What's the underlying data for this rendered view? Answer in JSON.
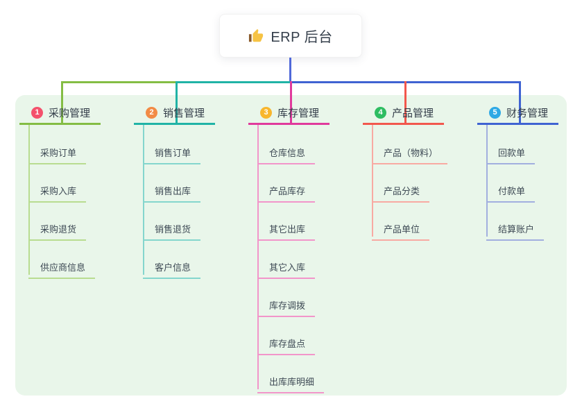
{
  "root": {
    "title": "ERP 后台",
    "icon": "thumbs-up-icon",
    "line_color": "#5069d9",
    "card_bg": "#ffffff"
  },
  "canvas": {
    "page_bg": "#ffffff",
    "panel_bg": "#e9f6ea"
  },
  "branches": [
    {
      "badge": "1",
      "badge_color": "#f4516c",
      "title": "采购管理",
      "line_color": "#84bd44",
      "child_line_color": "#b8dc90",
      "children": [
        "采购订单",
        "采购入库",
        "采购退货",
        "供应商信息"
      ]
    },
    {
      "badge": "2",
      "badge_color": "#f28b46",
      "title": "销售管理",
      "line_color": "#20b3a6",
      "child_line_color": "#84d6cd",
      "children": [
        "销售订单",
        "销售出库",
        "销售退货",
        "客户信息"
      ]
    },
    {
      "badge": "3",
      "badge_color": "#f8b62d",
      "title": "库存管理",
      "line_color": "#e03a9c",
      "child_line_color": "#f295ca",
      "children": [
        "仓库信息",
        "产品库存",
        "其它出库",
        "其它入库",
        "库存调拨",
        "库存盘点",
        "出库库明细"
      ]
    },
    {
      "badge": "4",
      "badge_color": "#2ebd62",
      "title": "产品管理",
      "line_color": "#f2574d",
      "child_line_color": "#f8aaa2",
      "children": [
        "产品（物料）",
        "产品分类",
        "产品单位"
      ]
    },
    {
      "badge": "5",
      "badge_color": "#2ea9e5",
      "title": "财务管理",
      "line_color": "#3f63d2",
      "child_line_color": "#a2afdf",
      "children": [
        "回款单",
        "付款单",
        "结算账户"
      ]
    }
  ]
}
